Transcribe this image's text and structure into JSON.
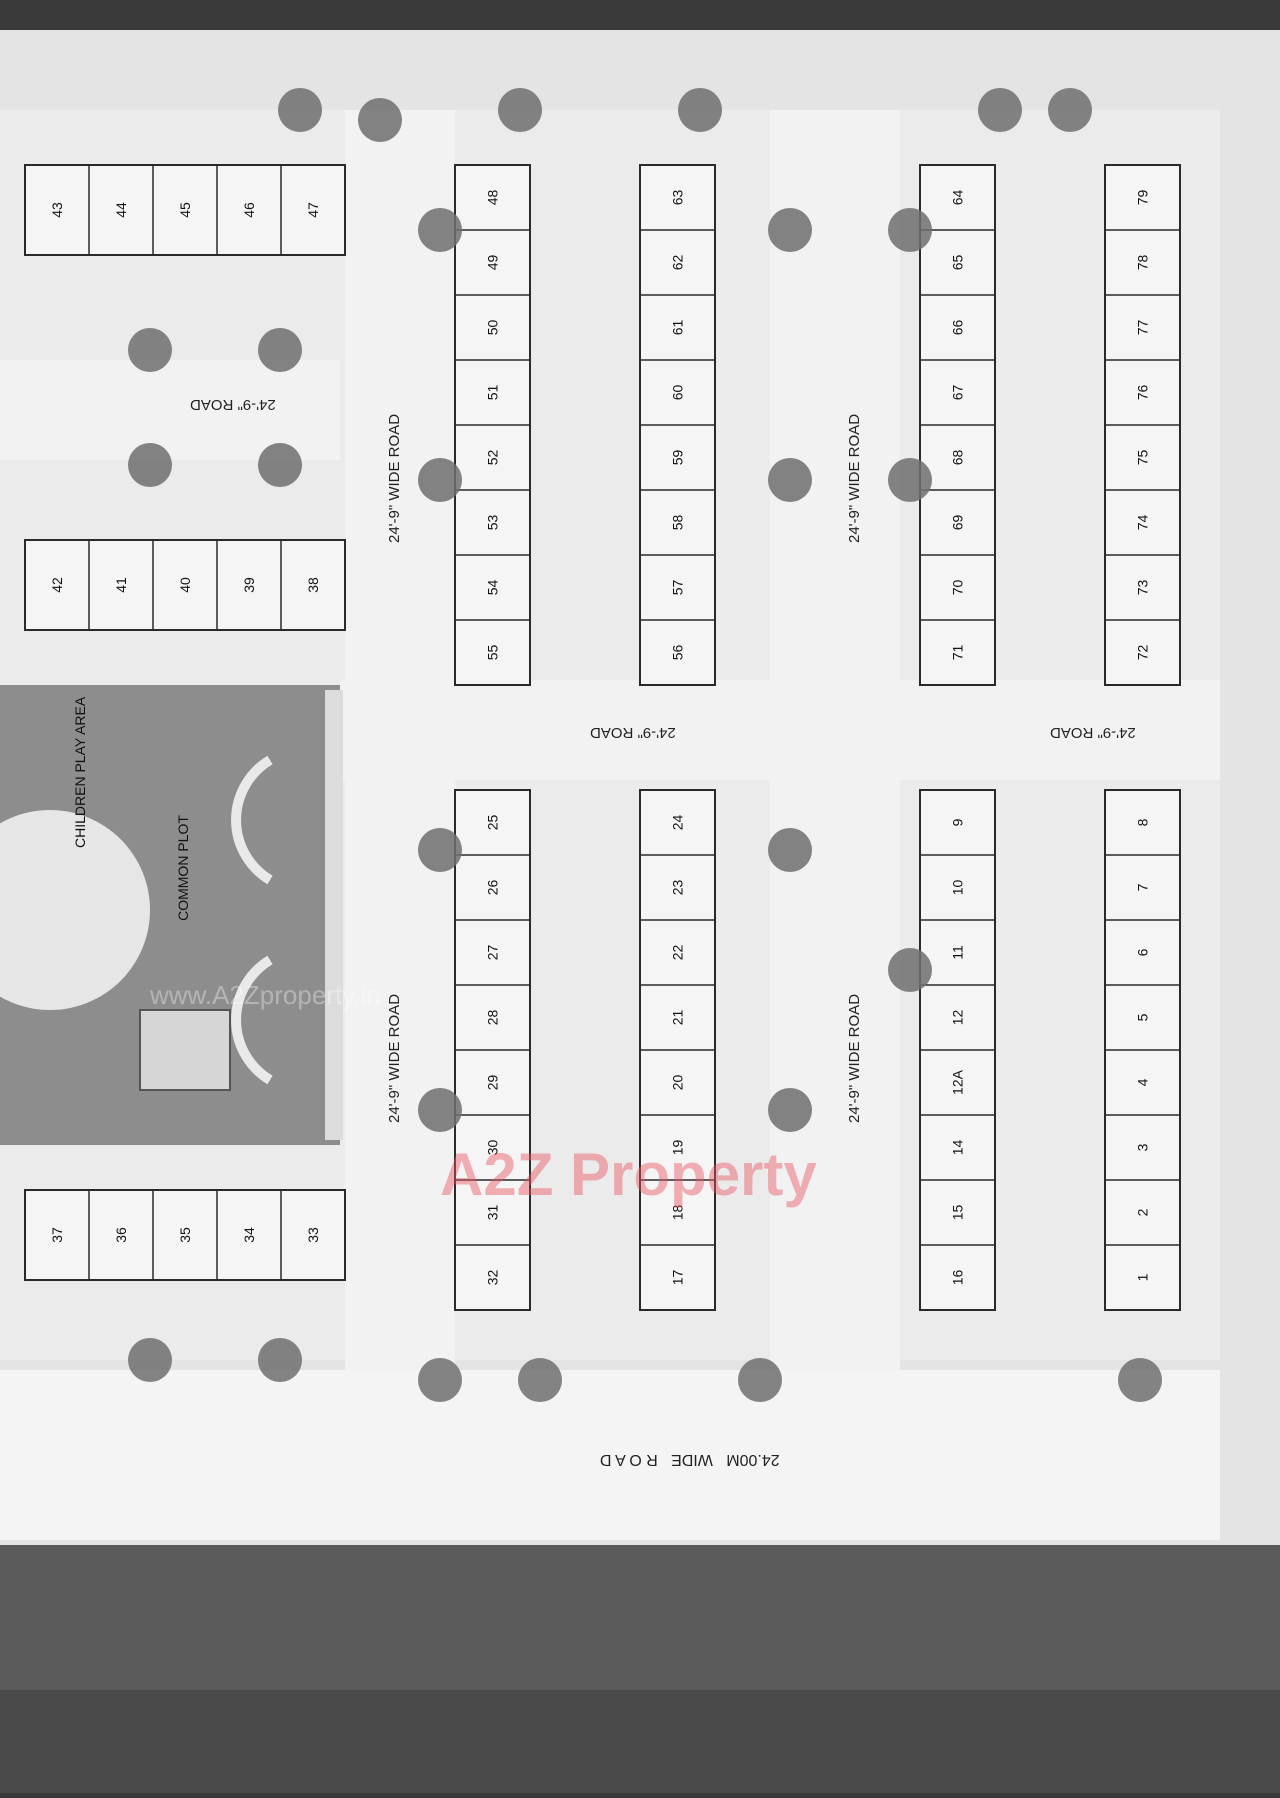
{
  "roads": {
    "top_road": "24'-9\" ROAD",
    "main_road": "24'-9\" ROAD",
    "east_road": "24'-9\" ROAD",
    "wide_road_a": "24'-9\" WIDE ROAD",
    "wide_road_b": "24'-9\" WIDE ROAD",
    "wide_road_c": "24'-9\" WIDE ROAD",
    "wide_road_d": "24'-9\" WIDE ROAD",
    "bottom_road": "24.00M   WIDE   R O A D"
  },
  "common_plot": {
    "label": "COMMON PLOT",
    "play_area": "CHILDREN PLAY AREA"
  },
  "watermarks": {
    "brand": "A2Z Property",
    "faint": "www.A2Zproperty.in"
  },
  "units": {
    "block_nw": [
      "43",
      "44",
      "45",
      "46",
      "47"
    ],
    "block_w": [
      "42",
      "41",
      "40",
      "39",
      "38"
    ],
    "block_sw": [
      "37",
      "36",
      "35",
      "34",
      "33"
    ],
    "block_ctr_top_a": [
      "48",
      "49",
      "50",
      "51",
      "52",
      "53",
      "54",
      "55"
    ],
    "block_ctr_top_b": [
      "63",
      "62",
      "61",
      "60",
      "59",
      "58",
      "57",
      "56"
    ],
    "block_ctr_bot_a": [
      "25",
      "26",
      "27",
      "28",
      "29",
      "30",
      "31",
      "32"
    ],
    "block_ctr_bot_b": [
      "24",
      "23",
      "22",
      "21",
      "20",
      "19",
      "18",
      "17"
    ],
    "block_east_top_a": [
      "64",
      "65",
      "66",
      "67",
      "68",
      "69",
      "70",
      "71"
    ],
    "block_east_top_b": [
      "79",
      "78",
      "77",
      "76",
      "75",
      "74",
      "73",
      "72"
    ],
    "block_east_bot_a": [
      "9",
      "10",
      "11",
      "12",
      "12A",
      "14",
      "15",
      "16"
    ],
    "block_east_bot_b": [
      "8",
      "7",
      "6",
      "5",
      "4",
      "3",
      "2",
      "1"
    ]
  },
  "colors": {
    "border_dark": "#3a3a3a",
    "ground": "#e9e9e9",
    "road": "#efefef",
    "building": "#f4f4f4",
    "wall": "#2a2a2a",
    "common_plot": "#8d8d8d",
    "tree": "#6e6e6e",
    "watermark_red": "#e8555f",
    "watermark_blue": "#3b7fd6",
    "watermark_green": "#5cb85c",
    "watermark_yellow": "#f0c22c"
  }
}
